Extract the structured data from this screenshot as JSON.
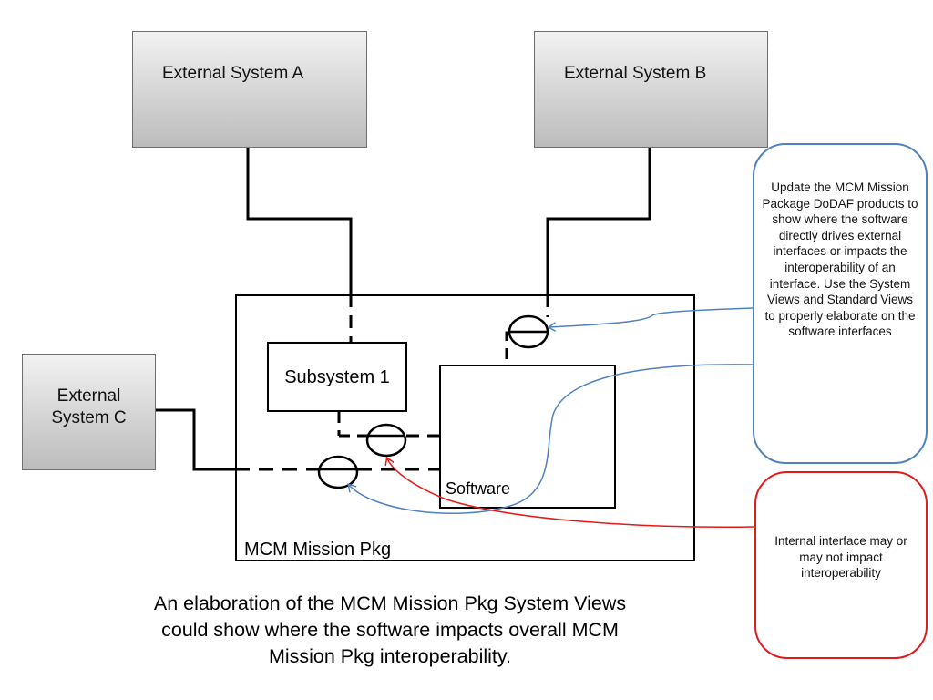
{
  "external_systems": {
    "a": "External System A",
    "b": "External System B",
    "c": "External\nSystem C"
  },
  "package_label": "MCM Mission Pkg",
  "subsystem_label": "Subsystem 1",
  "software_label": "Software",
  "callouts": {
    "blue": "Update the MCM Mission Package DoDAF products to show where the software directly drives external interfaces or impacts the interoperability of an interface. Use the System Views and Standard Views to properly elaborate on the software interfaces",
    "red": "Internal interface may or may not impact interoperability"
  },
  "caption": "An elaboration of the MCM Mission Pkg System Views could show where the software impacts overall MCM Mission Pkg interoperability.",
  "colors": {
    "blue_callout": "#4f81bd",
    "red_callout": "#e31a1a"
  }
}
